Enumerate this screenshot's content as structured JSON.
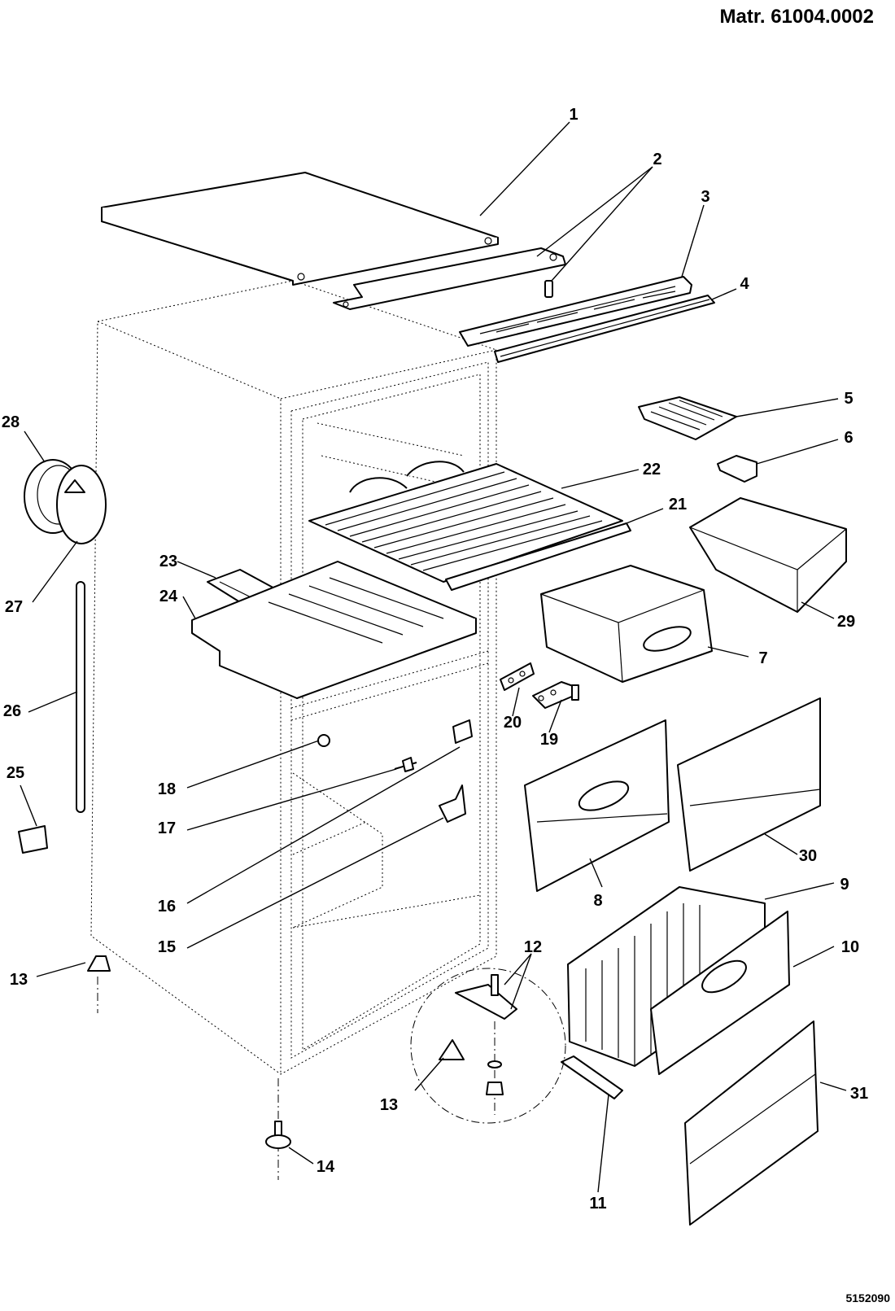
{
  "header": {
    "material_code": "Matr. 61004.0002"
  },
  "footer": {
    "drawing_number": "5152090"
  },
  "callouts": [
    "1",
    "2",
    "3",
    "4",
    "5",
    "6",
    "22",
    "21",
    "29",
    "7",
    "20",
    "19",
    "28",
    "27",
    "23",
    "24",
    "26",
    "25",
    "18",
    "17",
    "16",
    "15",
    "8",
    "30",
    "9",
    "10",
    "12",
    "13",
    "13",
    "14",
    "11",
    "31"
  ],
  "parts": [
    {
      "id": "top-cover",
      "callout": "1"
    },
    {
      "id": "top-bracket",
      "callout": "2"
    },
    {
      "id": "front-trim",
      "callout": "3"
    },
    {
      "id": "trim-strip",
      "callout": "4"
    },
    {
      "id": "ice-tray",
      "callout": "5"
    },
    {
      "id": "small-tray",
      "callout": "6"
    },
    {
      "id": "crisper-drawer",
      "callout": "7"
    },
    {
      "id": "freezer-flap",
      "callout": "8"
    },
    {
      "id": "wire-basket",
      "callout": "9"
    },
    {
      "id": "basket-front",
      "callout": "10"
    },
    {
      "id": "basket-rail",
      "callout": "11"
    },
    {
      "id": "hinge-bracket",
      "callout": "12"
    },
    {
      "id": "foot",
      "callout": "13"
    },
    {
      "id": "adjustable-foot",
      "callout": "14"
    },
    {
      "id": "lower-hinge",
      "callout": "15"
    },
    {
      "id": "clip",
      "callout": "16"
    },
    {
      "id": "pin",
      "callout": "17"
    },
    {
      "id": "plug",
      "callout": "18"
    },
    {
      "id": "middle-hinge",
      "callout": "19"
    },
    {
      "id": "shim-plate",
      "callout": "20"
    },
    {
      "id": "shelf-trim",
      "callout": "21"
    },
    {
      "id": "wire-shelf",
      "callout": "22"
    },
    {
      "id": "glass-cover",
      "callout": "23"
    },
    {
      "id": "evaporator-shelf",
      "callout": "24"
    },
    {
      "id": "stopper",
      "callout": "25"
    },
    {
      "id": "drain-tube",
      "callout": "26"
    },
    {
      "id": "thermostat-housing",
      "callout": "27"
    },
    {
      "id": "thermostat-knob",
      "callout": "28"
    },
    {
      "id": "bin",
      "callout": "29"
    },
    {
      "id": "freezer-flap-2",
      "callout": "30"
    },
    {
      "id": "freezer-front",
      "callout": "31"
    }
  ]
}
